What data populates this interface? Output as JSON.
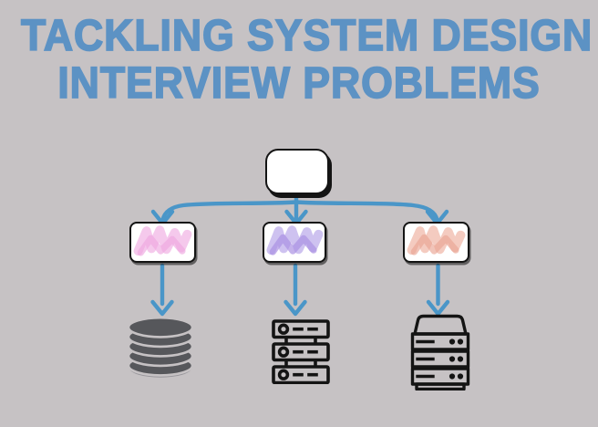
{
  "title": {
    "line1": "TACKLING SYSTEM DESIGN",
    "line2": "INTERVIEW PROBLEMS"
  },
  "colors": {
    "background": "#c6c2c4",
    "title_blue": "#5c92c4",
    "arrow_blue": "#4a96c8",
    "outline_black": "#141414",
    "node_white": "#ffffff",
    "icon_gray": "#56575b",
    "db_rim_gray": "#98969b",
    "pink_light": "#f4c3ea",
    "pink_dark": "#eea7e0",
    "purple_light": "#c9bbee",
    "purple_dark": "#ab92e2",
    "salmon_light": "#f3c5b9",
    "salmon_dark": "#e9a493"
  },
  "diagram": {
    "root_node": {
      "label": ""
    },
    "branches": [
      {
        "id": "pink-topic-card",
        "scribble_color": "#eea7e0",
        "leaf_icon": "database-cylinder-icon"
      },
      {
        "id": "purple-topic-card",
        "scribble_color": "#ab92e2",
        "leaf_icon": "server-rack-icon"
      },
      {
        "id": "salmon-topic-card",
        "scribble_color": "#e9a493",
        "leaf_icon": "server-tower-icon"
      }
    ]
  }
}
